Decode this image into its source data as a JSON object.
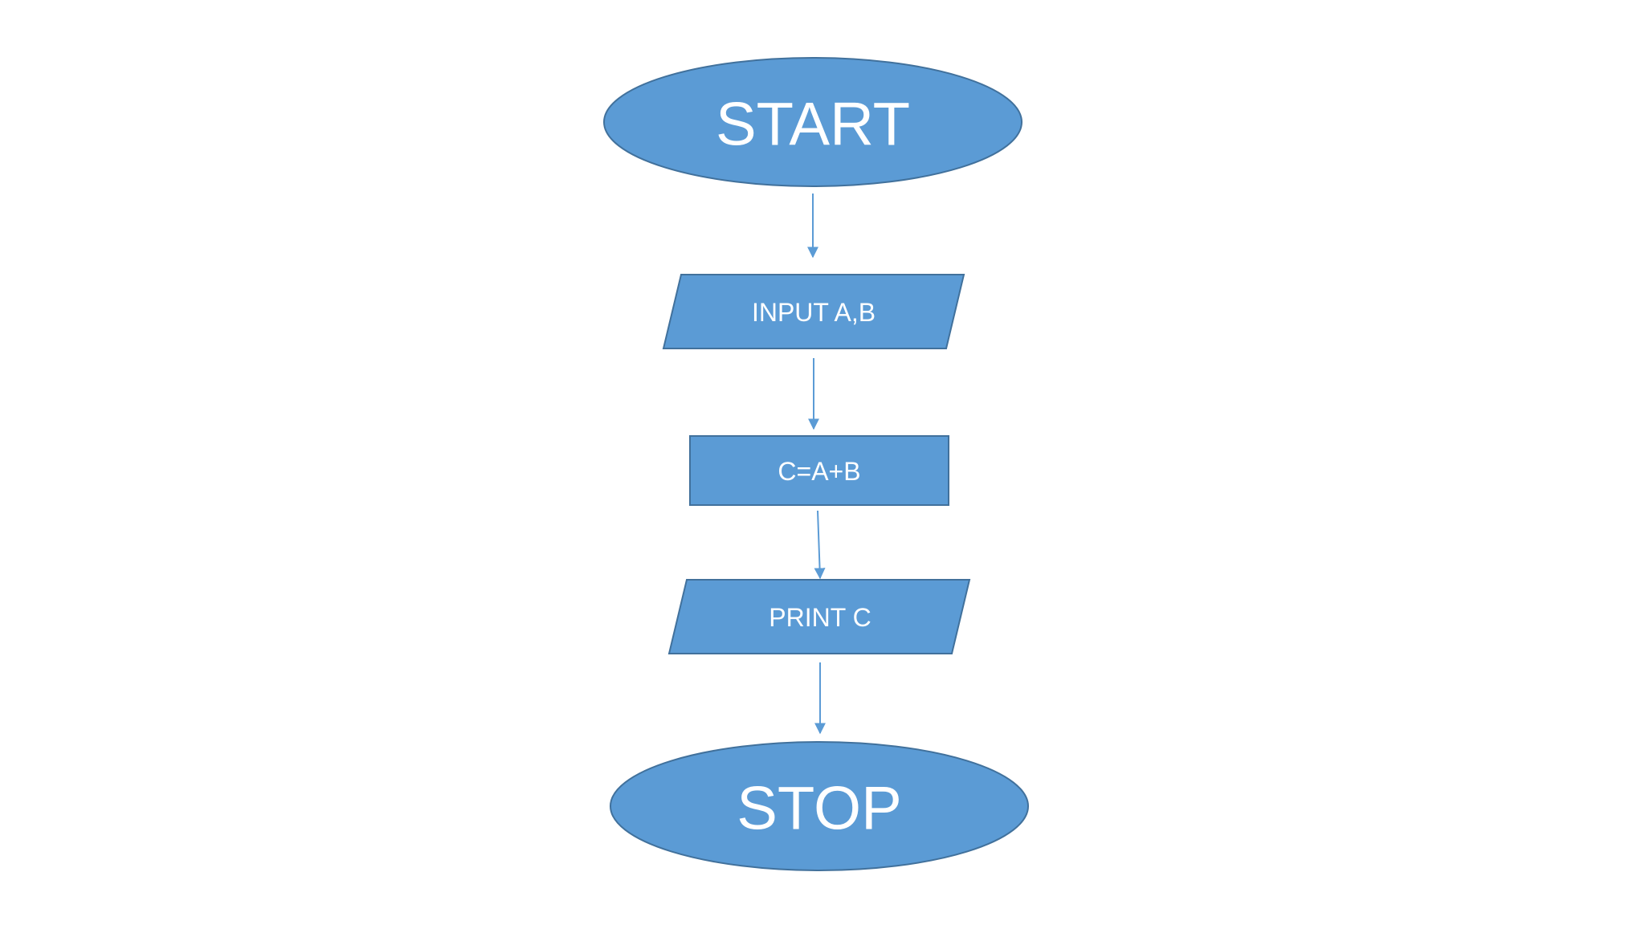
{
  "flowchart": {
    "start_label": "START",
    "input_label": "INPUT A,B",
    "process_label": "C=A+B",
    "output_label": "PRINT C",
    "stop_label": "STOP"
  },
  "colors": {
    "shape_fill": "#5b9bd5",
    "shape_stroke": "#41719c",
    "connector": "#5b9bd5",
    "text": "#ffffff",
    "background": "#ffffff"
  }
}
